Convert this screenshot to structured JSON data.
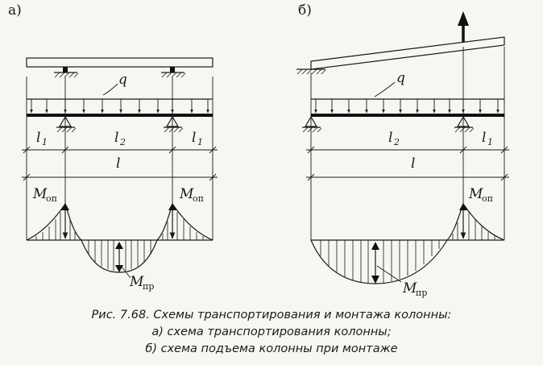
{
  "diagram_a": {
    "tag": "а)",
    "load_label": "q",
    "span_l1_left": "l",
    "span_l1_left_sub": "1",
    "span_l2": "l",
    "span_l2_sub": "2",
    "span_l1_right": "l",
    "span_l1_right_sub": "1",
    "total_span": "l",
    "moment_support_left": "M",
    "moment_support_left_sub": "оп",
    "moment_support_right": "M",
    "moment_support_right_sub": "оп",
    "moment_span": "M",
    "moment_span_sub": "пр"
  },
  "diagram_b": {
    "tag": "б)",
    "load_label": "q",
    "span_l2": "l",
    "span_l2_sub": "2",
    "span_l1": "l",
    "span_l1_sub": "1",
    "total_span": "l",
    "moment_support": "M",
    "moment_support_sub": "оп",
    "moment_span": "M",
    "moment_span_sub": "пр"
  },
  "caption": {
    "line1": "Рис. 7.68. Схемы транспортирования и монтажа колонны:",
    "line2": "а) схема транспортирования колонны;",
    "line3": "б) схема подъема колонны при монтаже"
  },
  "colors": {
    "ink": "#1a1a1a",
    "paper": "#f6f6f3"
  }
}
